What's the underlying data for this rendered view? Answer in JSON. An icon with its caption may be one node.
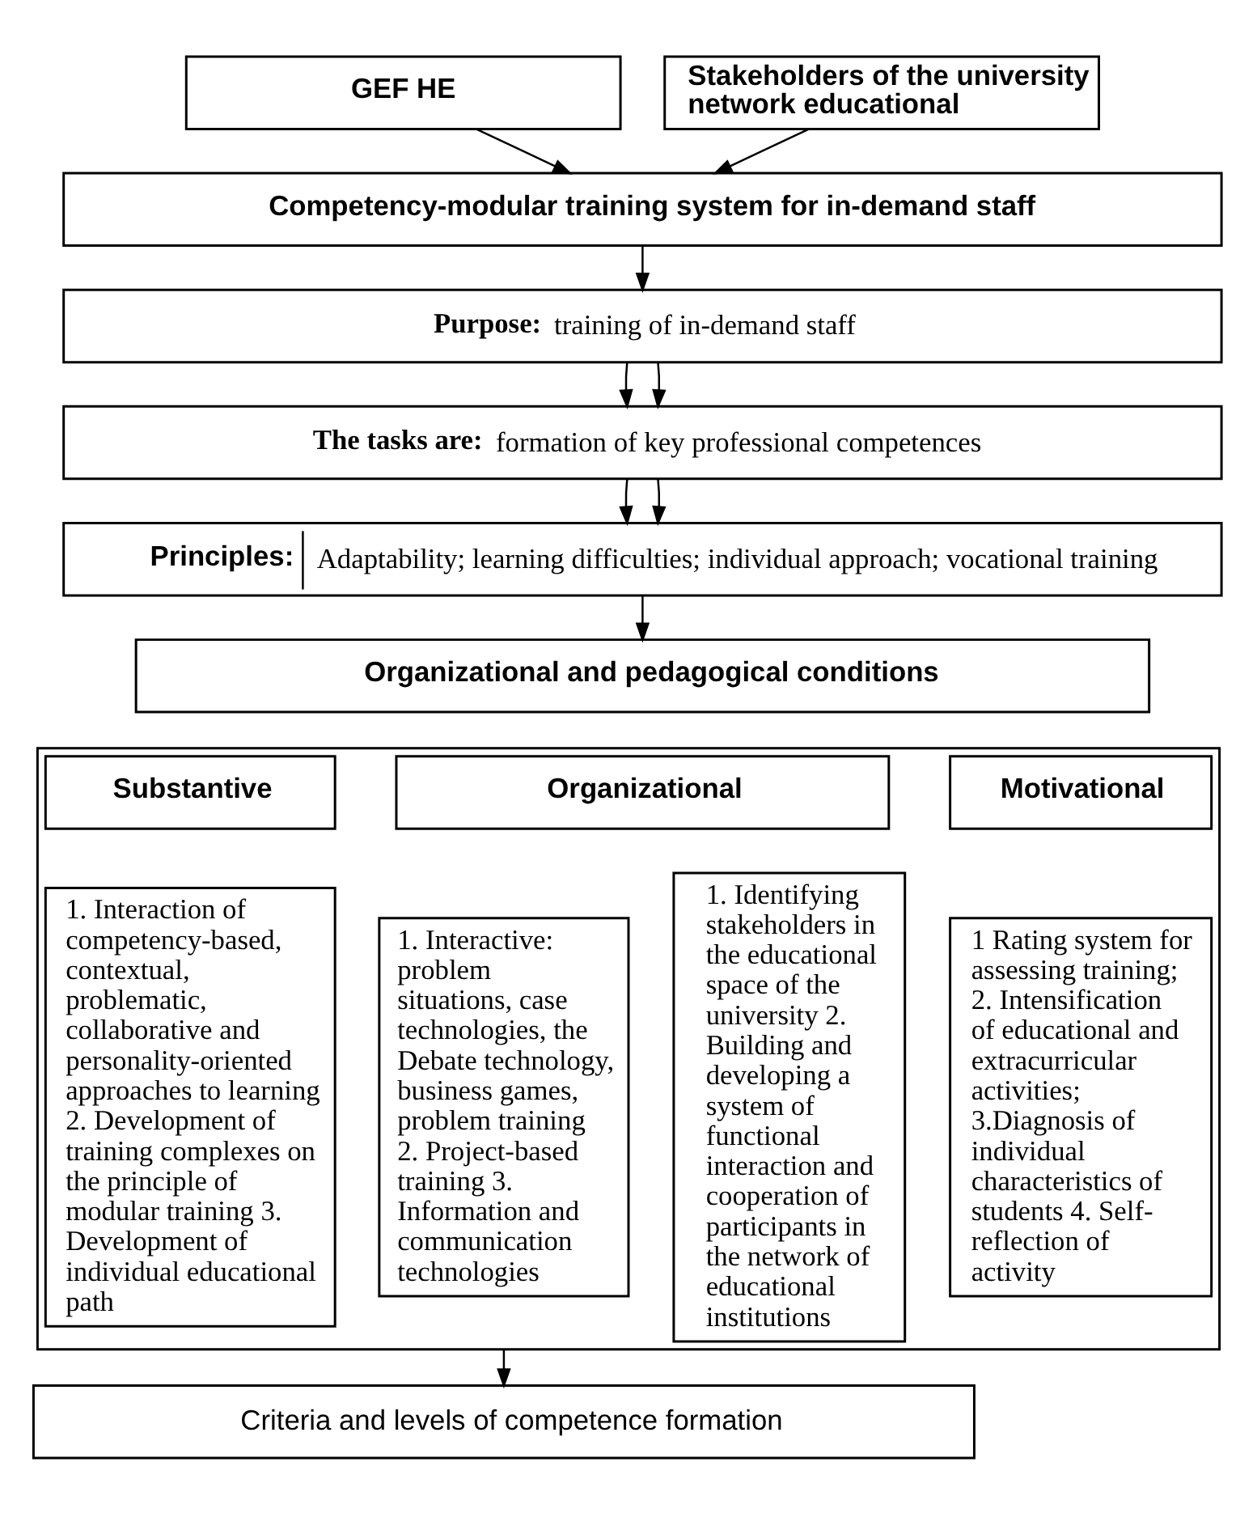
{
  "diagram": {
    "nodes": [
      {
        "text": [
          "GEF HE"
        ]
      },
      {
        "text": [
          "Stakeholders of the university network educational"
        ]
      },
      {
        "text": [
          "Competency-modular training system for in-demand staff"
        ]
      },
      {
        "text": [
          "Purpose:",
          "training of in-demand staff"
        ]
      },
      {
        "text": [
          "The tasks are:",
          "formation of key professional competences"
        ]
      },
      {
        "text": [
          "Principles:",
          "Adaptability; learning difficulties; individual approach; vocational training"
        ]
      },
      {
        "text": [
          "Organizational and pedagogical conditions"
        ]
      },
      {
        "text": [],
        "shape": "box"
      },
      {
        "text": [
          "Substantive"
        ],
        "in": 7
      },
      {
        "text": [
          "Organizational"
        ],
        "in": 7
      },
      {
        "text": [
          "Motivational"
        ],
        "in": 7
      },
      {
        "text": [
          "1. Interaction of competency-based, contextual, problematic, collaborative and personality-oriented approaches to learning 2. Development of training complexes on the principle of modular training 3. Development of individual educational path"
        ],
        "in": 7
      },
      {
        "text": [
          "1. Interactive: problem situations, case technologies, the Debate technology, business games, problem training 2. Project-based training 3. Information and communication technologies"
        ],
        "in": 7
      },
      {
        "text": [
          "1. Identifying stakeholders in the educational space of the university 2. Building and developing a system of functional interaction and cooperation of participants in the network of educational institutions"
        ],
        "in": 7
      },
      {
        "text": [
          "1 Rating system for assessing training; 2. Intensification of educational and extracurricular activities; 3.Diagnosis of individual characteristics of students 4. Self-reflection of activity"
        ],
        "in": 7
      },
      {
        "text": [
          "Criteria and levels of competence formation"
        ]
      }
    ],
    "edges": [
      {
        "from": 0,
        "to": 2,
        "arrow": "to"
      },
      {
        "from": 1,
        "to": 2,
        "arrow": "to"
      },
      {
        "from": 2,
        "to": 3,
        "arrow": "to"
      },
      {
        "from": 3,
        "to": 4,
        "arrow": "to"
      },
      {
        "from": 3,
        "to": 4,
        "arrow": "to"
      },
      {
        "from": 4,
        "to": 5,
        "arrow": "to"
      },
      {
        "from": 4,
        "to": 5,
        "arrow": "to"
      },
      {
        "from": 5,
        "to": 6,
        "arrow": "to"
      },
      {
        "from": 7,
        "to": 15,
        "arrow": "to"
      }
    ]
  }
}
